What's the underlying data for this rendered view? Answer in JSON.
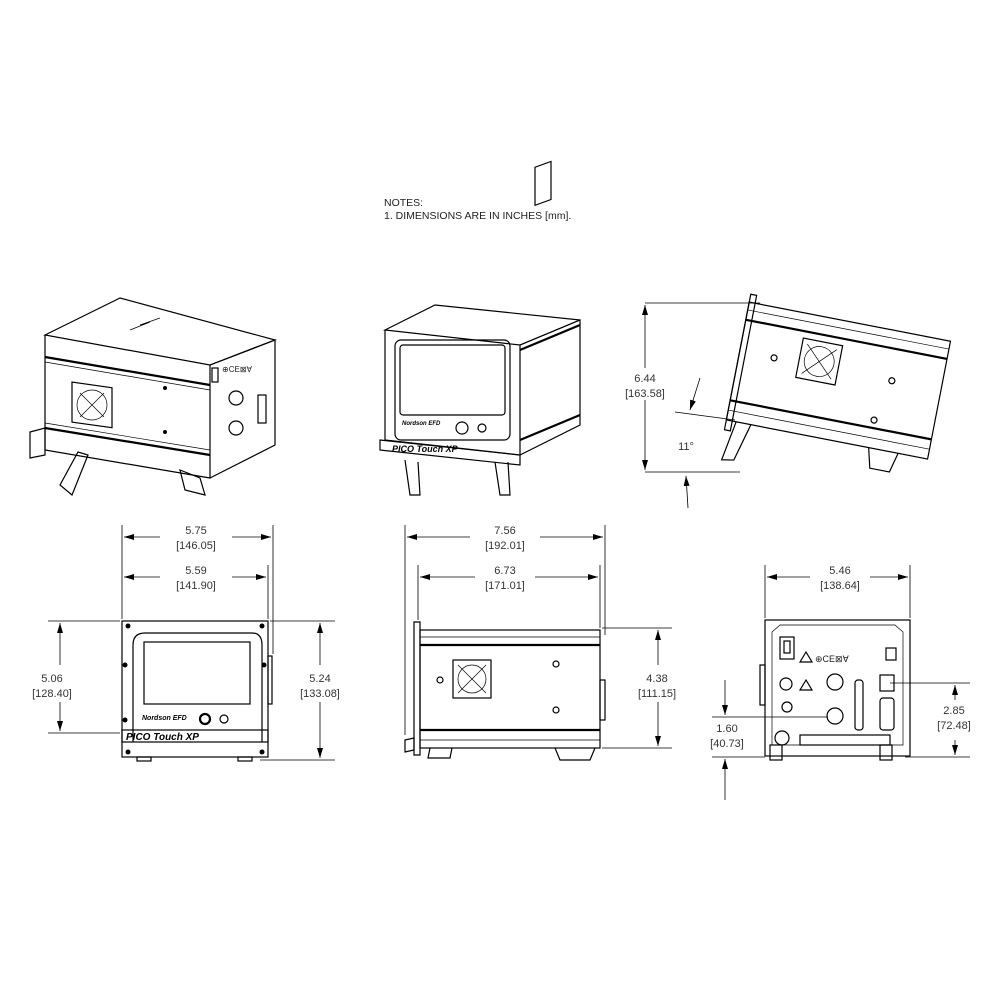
{
  "notes": {
    "title": "NOTES:",
    "line1": "1. DIMENSIONS ARE IN INCHES [mm]."
  },
  "product_label": "PICO Touch XP",
  "brand_label": "Nordson EFD",
  "views": {
    "tilted_side": {
      "height_in": "6.44",
      "height_mm": "[163.58]",
      "angle": "11°"
    },
    "front": {
      "overall_width_in": "5.75",
      "overall_width_mm": "[146.05]",
      "body_width_in": "5.59",
      "body_width_mm": "[141.90]",
      "left_height_in": "5.06",
      "left_height_mm": "[128.40]",
      "right_height_in": "5.24",
      "right_height_mm": "[133.08]"
    },
    "side": {
      "overall_depth_in": "7.56",
      "overall_depth_mm": "[192.01]",
      "body_depth_in": "6.73",
      "body_depth_mm": "[171.01]",
      "height_in": "4.38",
      "height_mm": "[111.15]"
    },
    "rear": {
      "width_in": "5.46",
      "width_mm": "[138.64]",
      "port_height_in": "2.85",
      "port_height_mm": "[72.48]",
      "lower_port_height_in": "1.60",
      "lower_port_height_mm": "[40.73]"
    }
  }
}
